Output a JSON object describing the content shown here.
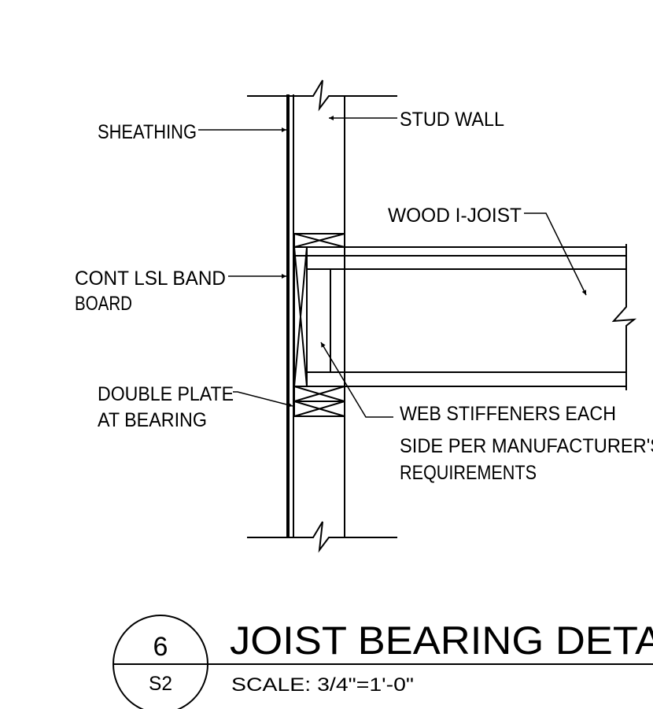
{
  "labels": {
    "sheathing": "SHEATHING",
    "stud_wall": "STUD WALL",
    "wood_i_joist": "WOOD I-JOIST",
    "band_board_line1": "CONT LSL BAND",
    "band_board_line2": "BOARD",
    "double_plate_line1": "DOUBLE PLATE",
    "double_plate_line2": "AT BEARING",
    "stiffeners_line1": "WEB STIFFENERS EACH",
    "stiffeners_line2": "SIDE PER MANUFACTURER'S",
    "stiffeners_line3": "REQUIREMENTS"
  },
  "title_block": {
    "detail_number": "6",
    "sheet": "S2",
    "title": "JOIST BEARING DETAIL",
    "scale": "SCALE: 3/4\"=1'-0\""
  }
}
